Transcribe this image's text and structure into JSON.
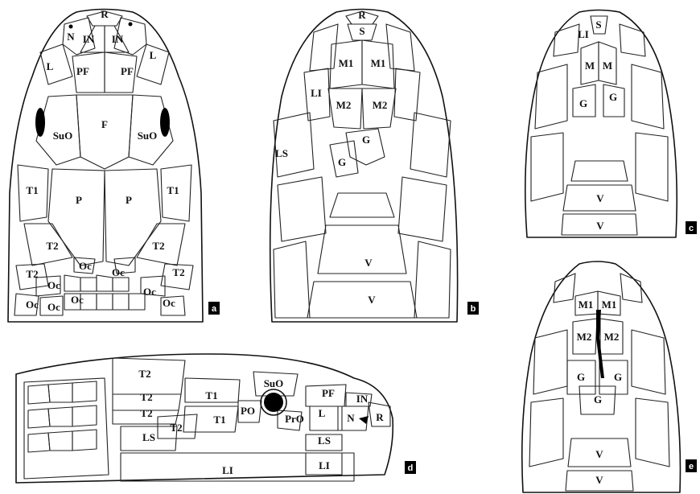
{
  "panels": {
    "a": "a",
    "b": "b",
    "c": "c",
    "d": "d",
    "e": "e"
  },
  "labels": {
    "a": [
      "R",
      "N",
      "IN",
      "IN",
      "L",
      "L",
      "PF",
      "PF",
      "F",
      "SuO",
      "SuO",
      "T1",
      "T1",
      "P",
      "P",
      "T2",
      "T2",
      "T2",
      "T2",
      "Oc",
      "Oc",
      "Oc",
      "Oc",
      "Oc",
      "Oc",
      "Oc",
      "Oc"
    ],
    "b": [
      "R",
      "S",
      "M1",
      "M1",
      "LI",
      "M2",
      "M2",
      "G",
      "LS",
      "G",
      "V",
      "V"
    ],
    "c": [
      "LI",
      "S",
      "M",
      "M",
      "G",
      "G",
      "V",
      "V"
    ],
    "d": [
      "T2",
      "SuO",
      "T2",
      "T1",
      "PF",
      "IN",
      "T2",
      "PO",
      "PrO",
      "L",
      "N",
      "R",
      "T2",
      "T1",
      "LS",
      "LS",
      "LI",
      "LI"
    ],
    "e": [
      "M1",
      "M1",
      "M2",
      "M2",
      "G",
      "G",
      "G",
      "V",
      "V"
    ]
  },
  "colors": {
    "line": "#111111",
    "fill_dark": "#000000",
    "background": "#ffffff"
  }
}
